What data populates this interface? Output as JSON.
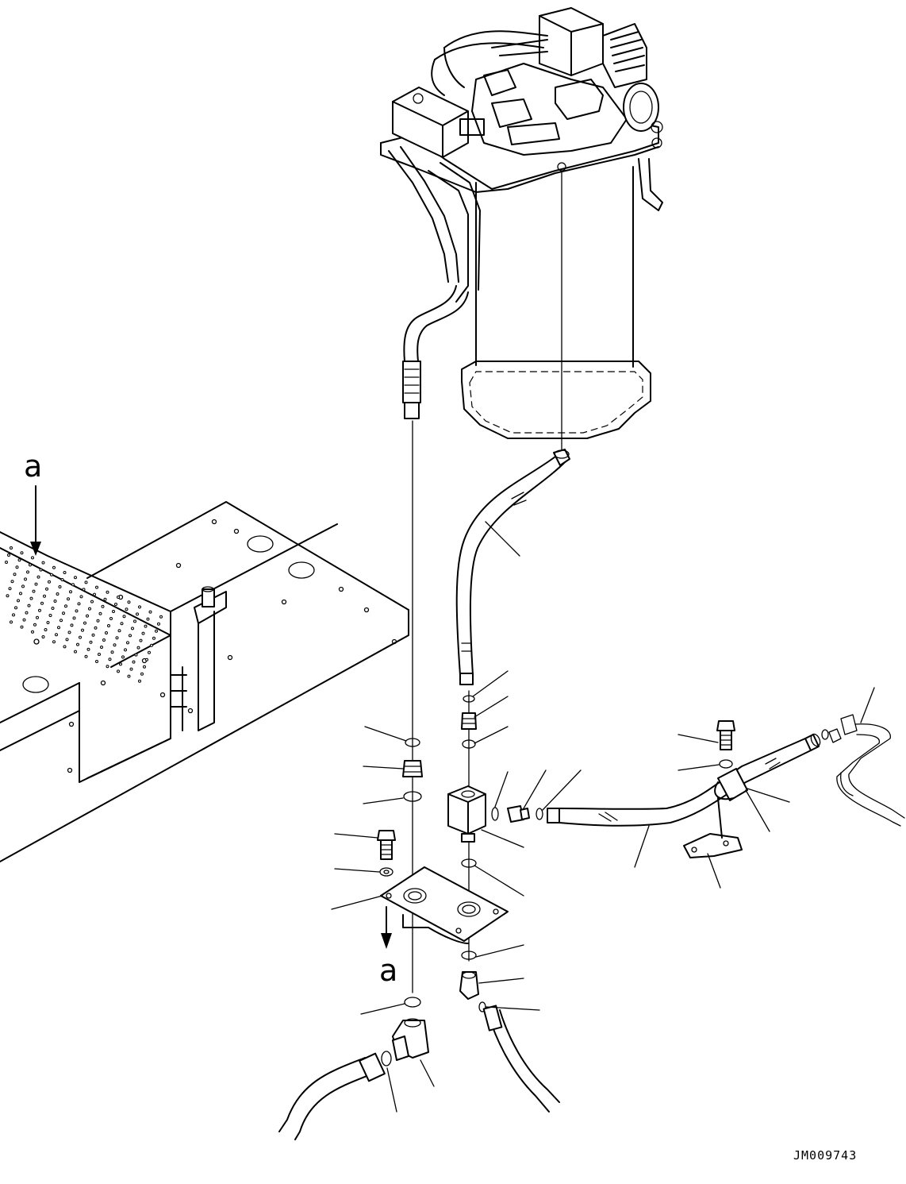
{
  "view_labels": {
    "top": "a",
    "bottom": "a"
  },
  "drawing_code": "JM009743"
}
